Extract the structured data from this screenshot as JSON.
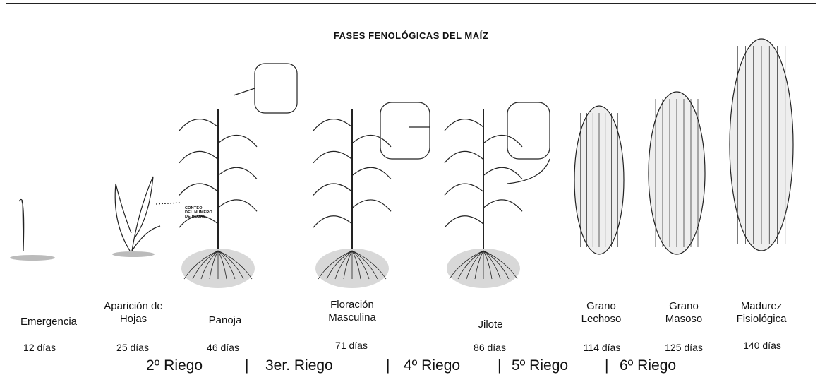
{
  "title": "FASES FENOLÓGICAS DEL MAÍZ",
  "annotation": [
    "CONTEO",
    "DEL NUMERO",
    "DE HOJAS"
  ],
  "stages": [
    {
      "label": [
        "Emergencia"
      ],
      "days": "12 días"
    },
    {
      "label": [
        "Aparición de",
        "Hojas"
      ],
      "days": "25 días"
    },
    {
      "label": [
        "Panoja"
      ],
      "days": "46 días"
    },
    {
      "label": [
        "Floración",
        "Masculina"
      ],
      "days": "71 días"
    },
    {
      "label": [
        "Jilote"
      ],
      "days": "86 días"
    },
    {
      "label": [
        "Grano",
        "Lechoso"
      ],
      "days": "114 días"
    },
    {
      "label": [
        "Grano",
        "Masoso"
      ],
      "days": "125 días"
    },
    {
      "label": [
        "Madurez",
        "Fisiológica"
      ],
      "days": "140 días"
    }
  ],
  "irrigation": [
    "2º Riego",
    "3er. Riego",
    "4º Riego",
    "5º Riego",
    "6º Riego"
  ],
  "separator": "|",
  "colors": {
    "ink": "#111111",
    "border": "#222222",
    "soil": "#555555"
  }
}
